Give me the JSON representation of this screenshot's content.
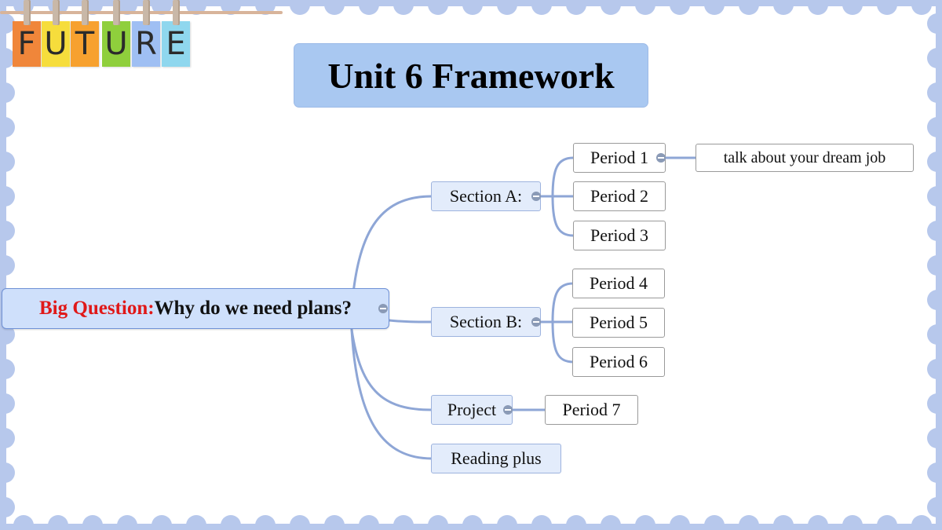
{
  "colors": {
    "border": "#b7c8ec",
    "paper": "#ffffff",
    "title_fill": "#a9c8f1",
    "root_fill": "#cfe0fb",
    "section_fill": "#e3ecfb",
    "connector": "#8ea6d6",
    "highlight_text": "#e01818"
  },
  "banner": {
    "letters": [
      {
        "char": "F",
        "color": "#f0863a"
      },
      {
        "char": "U",
        "color": "#f6dd3c"
      },
      {
        "char": "T",
        "color": "#f7a12f"
      },
      {
        "char": "U",
        "color": "#8fcf3c"
      },
      {
        "char": "R",
        "color": "#9fbff3"
      },
      {
        "char": "E",
        "color": "#8fd7ee"
      }
    ]
  },
  "title": "Unit 6 Framework",
  "mindmap": {
    "root": {
      "lead": "Big Question:",
      "text": "Why do we need plans?"
    },
    "sections": [
      {
        "label": "Section A:",
        "periods": [
          "Period 1",
          "Period 2",
          "Period 3"
        ],
        "detail": "talk about your dream job"
      },
      {
        "label": "Section B:",
        "periods": [
          "Period 4",
          "Period 5",
          "Period 6"
        ]
      },
      {
        "label": "Project",
        "periods": [
          "Period 7"
        ]
      },
      {
        "label": "Reading plus",
        "periods": []
      }
    ]
  }
}
